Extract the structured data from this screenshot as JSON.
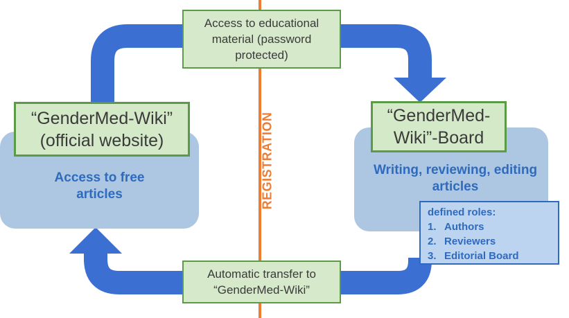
{
  "colors": {
    "arrow": "#3b6fd1",
    "arrow_dark": "#2f5fb8",
    "divider": "#ee7d33",
    "green_border": "#5b9a46",
    "green_fill": "#d6eacb",
    "panel": "#a9c3e0",
    "blue_text": "#2f6bbd"
  },
  "divider_label": "REGISTRATION",
  "top_box": {
    "lines": [
      "Access to educational",
      "material (password",
      "protected)"
    ]
  },
  "bottom_box": {
    "lines": [
      "Automatic transfer to",
      "“GenderMed-Wiki”"
    ]
  },
  "left": {
    "title_lines": [
      "“GenderMed-Wiki”",
      "(official website)"
    ],
    "panel_lines": [
      "Access to free",
      "articles"
    ]
  },
  "right": {
    "title_lines": [
      "“GenderMed-",
      "Wiki”-Board"
    ],
    "panel_lines": [
      "Writing, reviewing, editing",
      "articles"
    ]
  },
  "roles": {
    "heading": "defined roles:",
    "items": [
      {
        "num": "1.",
        "label": "Authors"
      },
      {
        "num": "2.",
        "label": "Reviewers"
      },
      {
        "num": "3.",
        "label": "Editorial Board"
      }
    ]
  }
}
